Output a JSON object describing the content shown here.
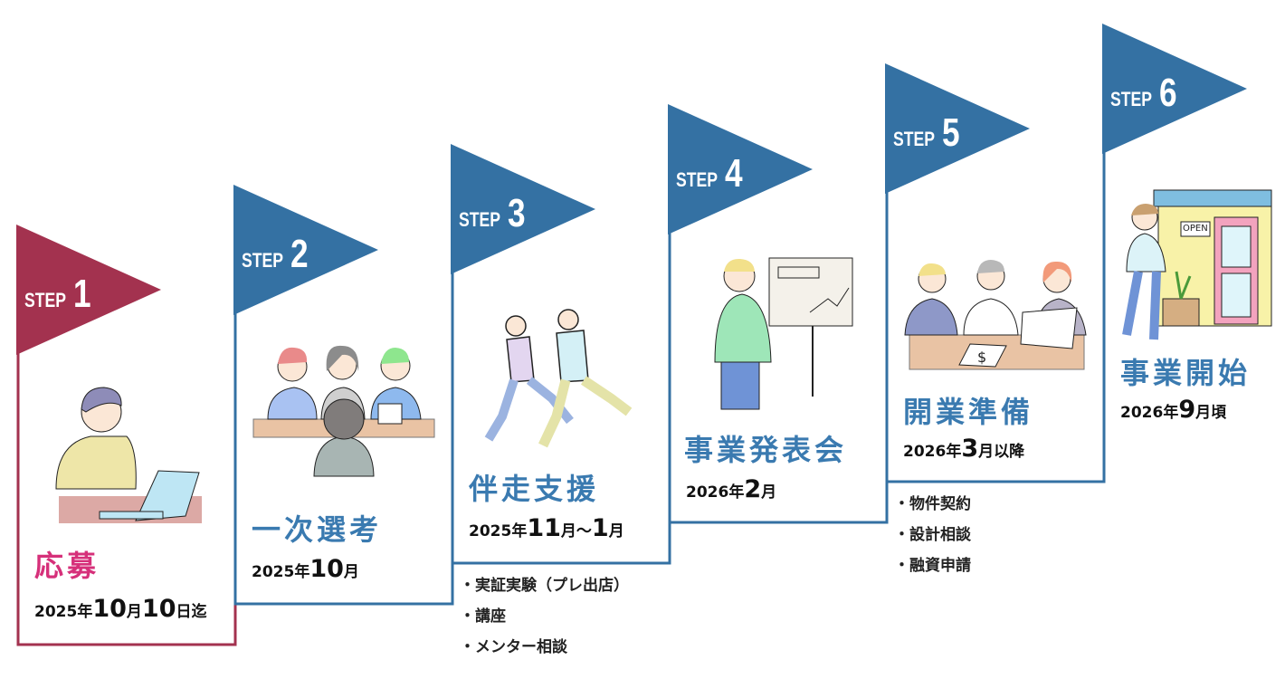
{
  "colors": {
    "step1": "#A3324F",
    "steps": "#3471A3",
    "title1": "#D6307A",
    "titles": "#3A7AB0"
  },
  "steps": [
    {
      "label": "STEP",
      "num": "1",
      "title": "応募",
      "date": [
        "2025年",
        "10",
        "月",
        "10",
        "日迄"
      ],
      "bullets": [],
      "illustration": "person-laptop"
    },
    {
      "label": "STEP",
      "num": "2",
      "title": "一次選考",
      "date": [
        "2025年",
        "10",
        "月"
      ],
      "bullets": [],
      "illustration": "interview-panel"
    },
    {
      "label": "STEP",
      "num": "3",
      "title": "伴走支援",
      "date": [
        "2025年",
        "11",
        "月～",
        "1",
        "月"
      ],
      "bullets": [
        "実証実験（プレ出店）",
        "講座",
        "メンター相談"
      ],
      "illustration": "runners"
    },
    {
      "label": "STEP",
      "num": "4",
      "title": "事業発表会",
      "date": [
        "2026年",
        "2",
        "月"
      ],
      "bullets": [],
      "illustration": "presenter"
    },
    {
      "label": "STEP",
      "num": "5",
      "title": "開業準備",
      "date": [
        "2026年",
        "3",
        "月以降"
      ],
      "bullets": [
        "物件契約",
        "設計相談",
        "融資申請"
      ],
      "illustration": "meeting"
    },
    {
      "label": "STEP",
      "num": "6",
      "title": "事業開始",
      "date": [
        "2026年",
        "9",
        "月頃"
      ],
      "bullets": [],
      "illustration": "shop-open",
      "sign": "OPEN"
    }
  ]
}
